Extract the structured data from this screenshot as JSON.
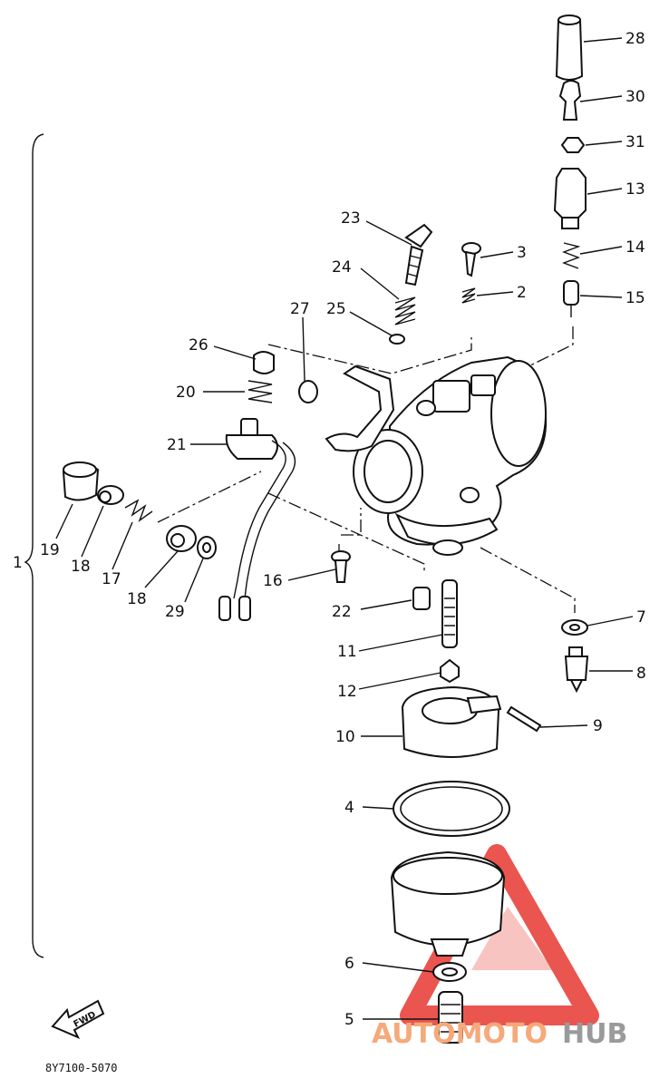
{
  "diagram_code": "8Y7100-5070",
  "fwd_label": "FWD",
  "watermark": {
    "part1": "AUTOMOTO",
    "part2": "HUB",
    "color1": "#f6a97a",
    "color2": "#9a9a9a",
    "logo_color": "#e8433c"
  },
  "bracket_label": "1",
  "callouts": [
    "28",
    "30",
    "31",
    "13",
    "14",
    "15",
    "23",
    "3",
    "24",
    "2",
    "27",
    "25",
    "26",
    "20",
    "21",
    "19",
    "18",
    "17",
    "18",
    "29",
    "16",
    "22",
    "11",
    "7",
    "8",
    "12",
    "9",
    "10",
    "4",
    "6",
    "5"
  ]
}
